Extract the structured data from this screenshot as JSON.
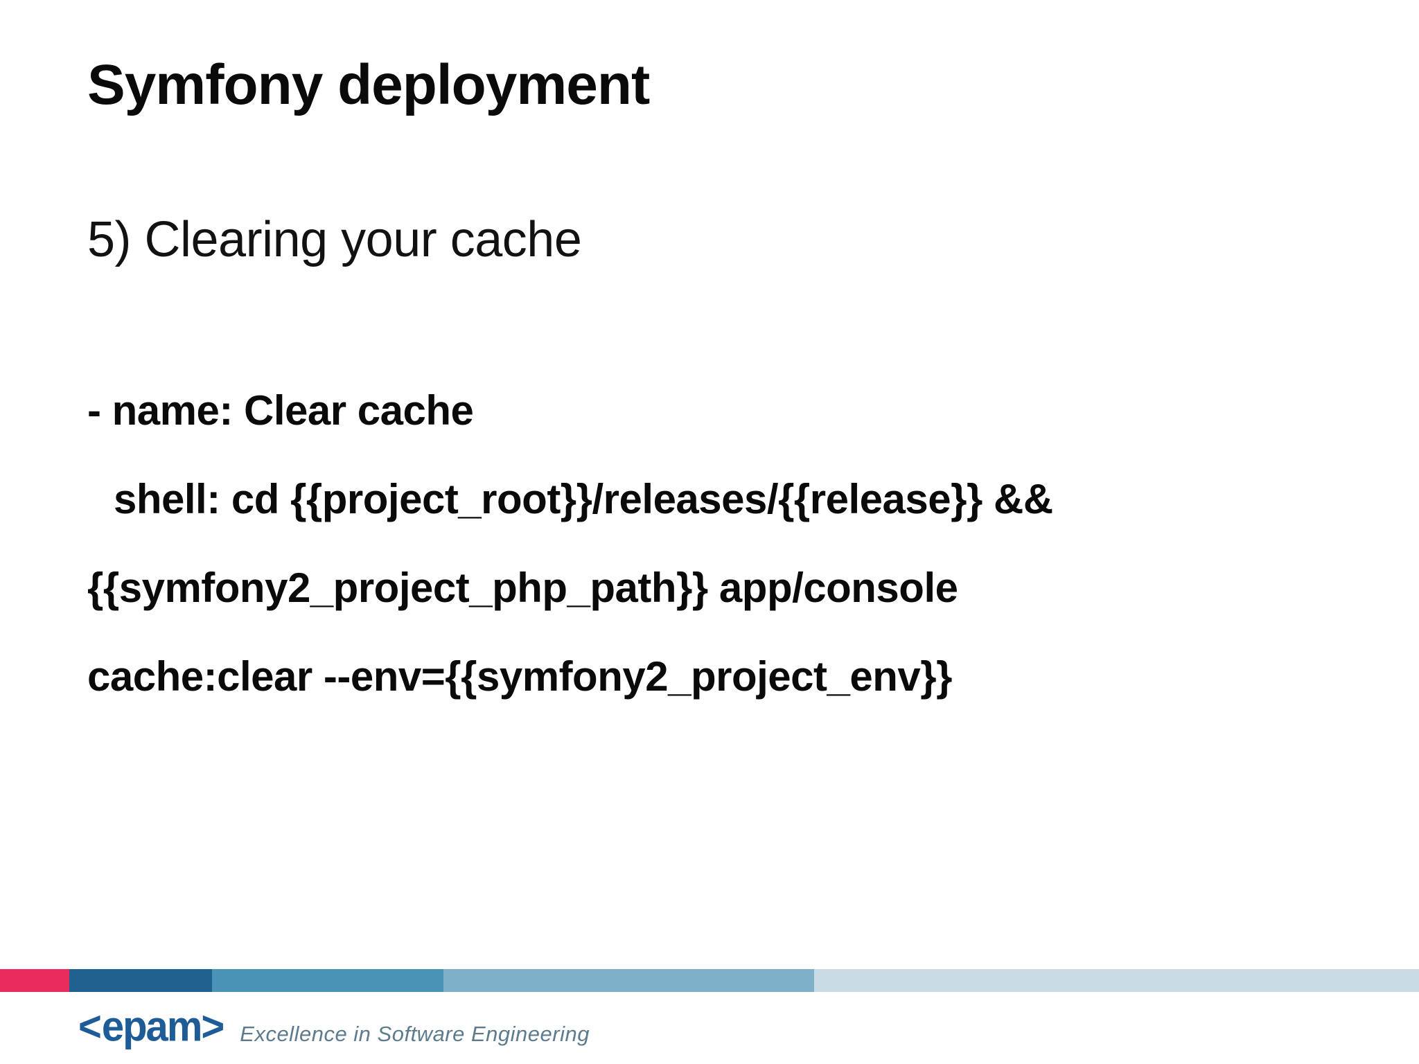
{
  "slide": {
    "title": "Symfony deployment",
    "step_label": "5) Clearing your cache",
    "code_lines": [
      "- name: Clear cache",
      "shell: cd {{project_root}}/releases/{{release}} &&",
      "{{symfony2_project_php_path}} app/console",
      "cache:clear --env={{symfony2_project_env}}"
    ]
  },
  "footer": {
    "stripe_colors": [
      "#e92c5b",
      "#20618f",
      "#4a92b6",
      "#7fb0c9",
      "#c9dce6"
    ],
    "logo": {
      "bracket_left": "<",
      "name": "epam",
      "bracket_right": ">"
    },
    "tagline": "Excellence in Software Engineering",
    "colors": {
      "logo_blue": "#1d5c97",
      "tagline_gray": "#5e7b8e",
      "text_black": "#0a0a0a"
    }
  }
}
